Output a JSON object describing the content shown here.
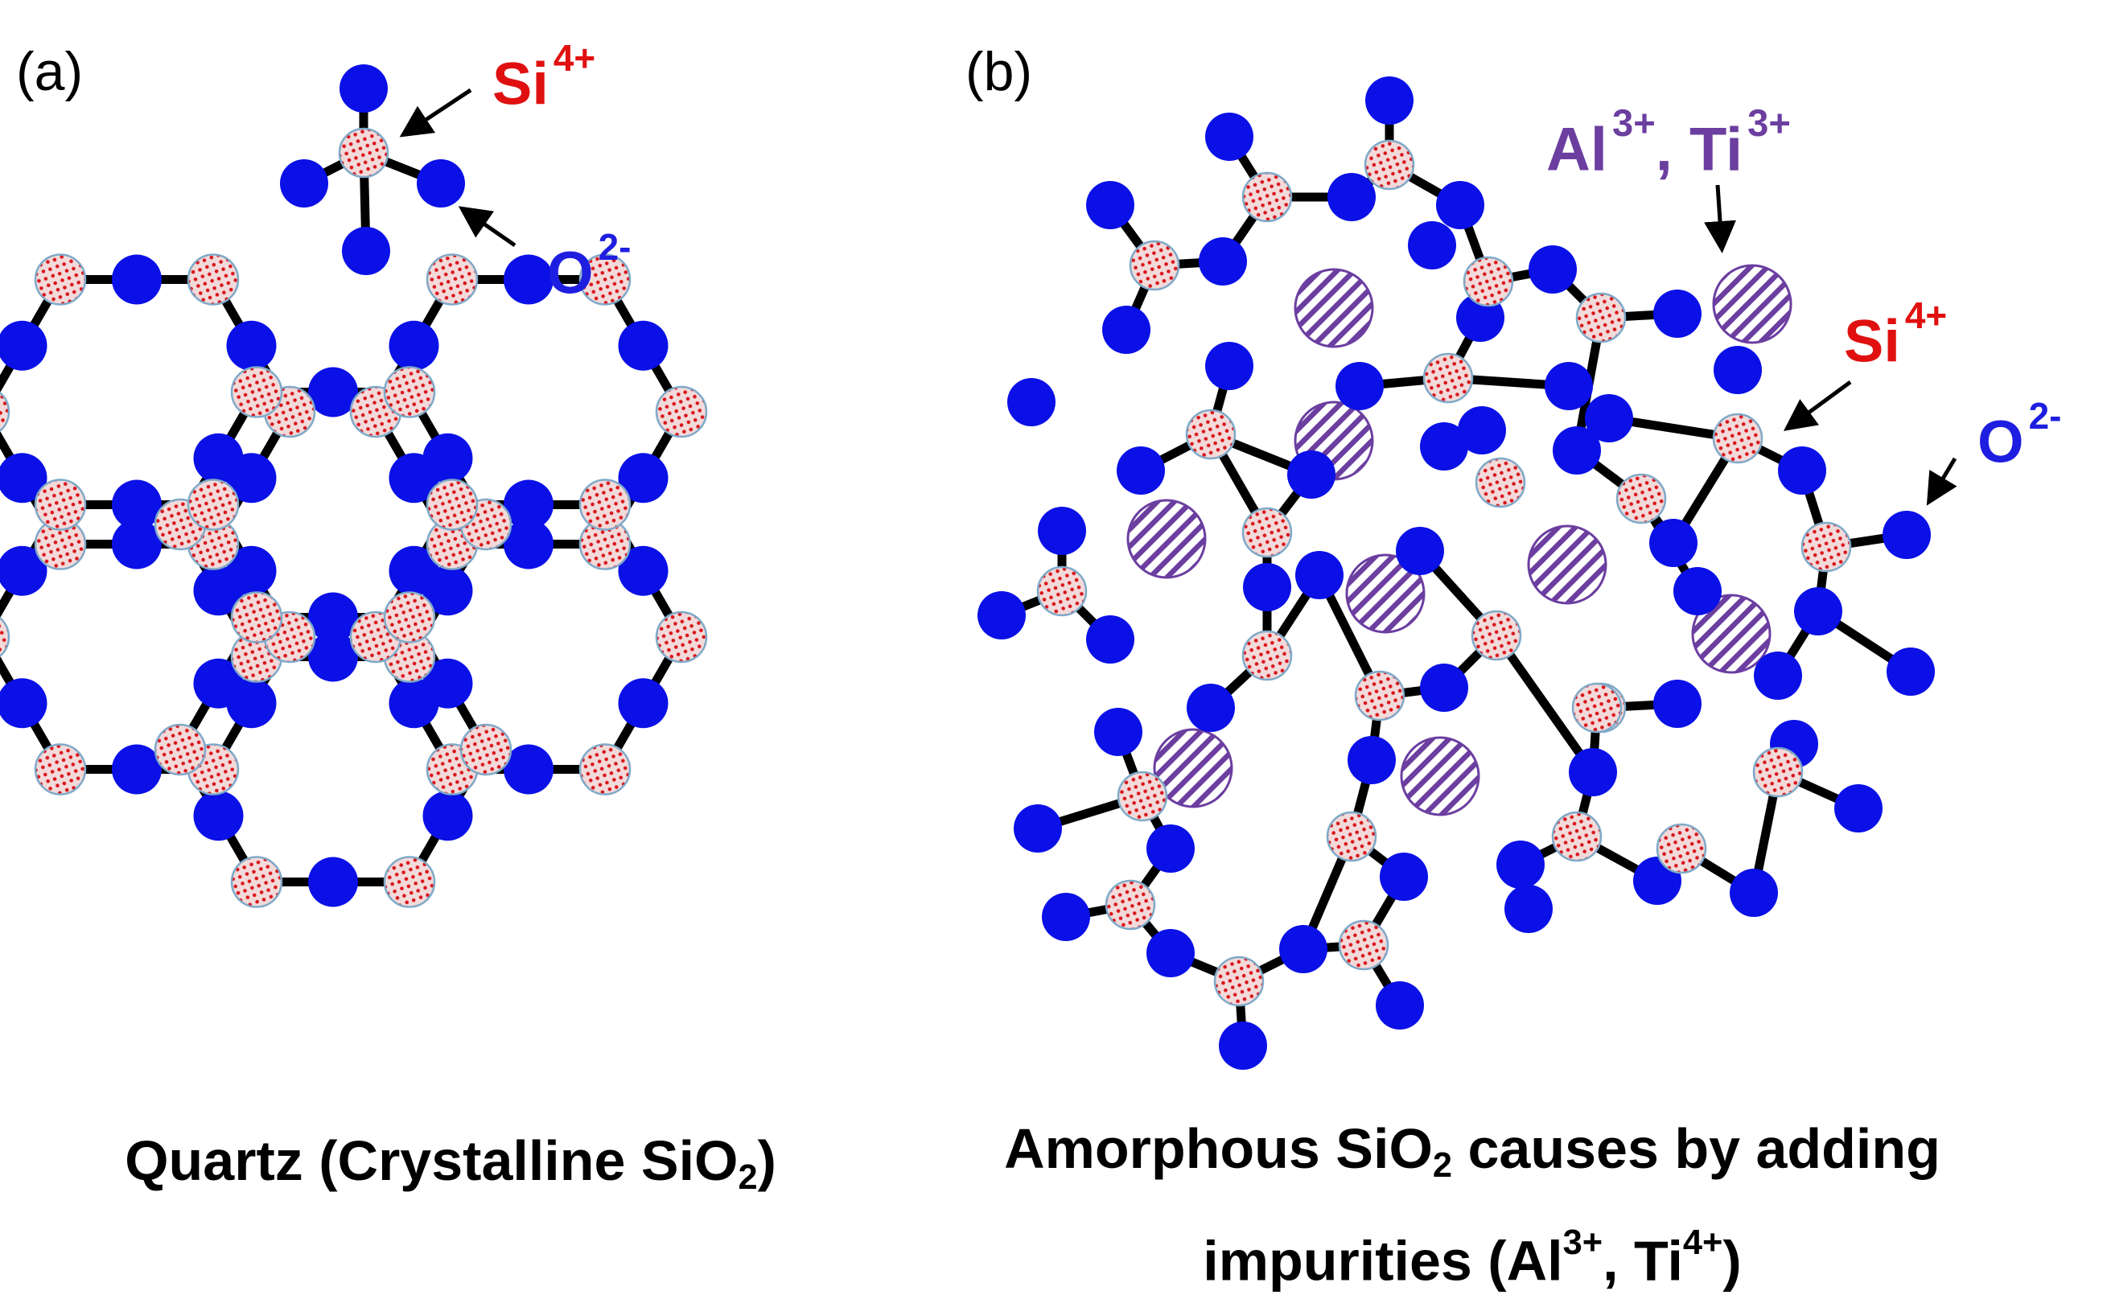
{
  "panel_a": {
    "label": "(a)",
    "si_label": {
      "text": "Si",
      "charge": "4+"
    },
    "o_label": {
      "text": "O",
      "charge": "2-"
    },
    "caption": {
      "main": "Quartz (Crystalline SiO",
      "sub": "2",
      "end": ")"
    }
  },
  "panel_b": {
    "label": "(b)",
    "impurity_label": {
      "text1": "Al",
      "charge1": "3+",
      "sep": ", Ti",
      "charge2": "3+"
    },
    "si_label": {
      "text": "Si",
      "charge": "4+"
    },
    "o_label": {
      "text": "O",
      "charge": "2-"
    },
    "caption": {
      "line1_a": "Amorphous SiO",
      "line1_sub": "2",
      "line1_b": " causes by adding",
      "line2_a": "impurities (Al",
      "line2_sup1": "3+",
      "line2_b": ", Ti",
      "line2_sup2": "4+",
      "line2_c": ")"
    }
  },
  "colors": {
    "oxygen": "#0a10e6",
    "silicon_fill": "#f3dada",
    "silicon_dots": "#d8141a",
    "silicon_outline": "#7fa9c8",
    "bond": "#000000",
    "impurity": "#6b3ea0",
    "si_label": "#e01010",
    "o_label": "#1e1ee0"
  },
  "legend_icons": [
    "silicon-atom-icon",
    "oxygen-atom-icon",
    "impurity-atom-icon"
  ]
}
